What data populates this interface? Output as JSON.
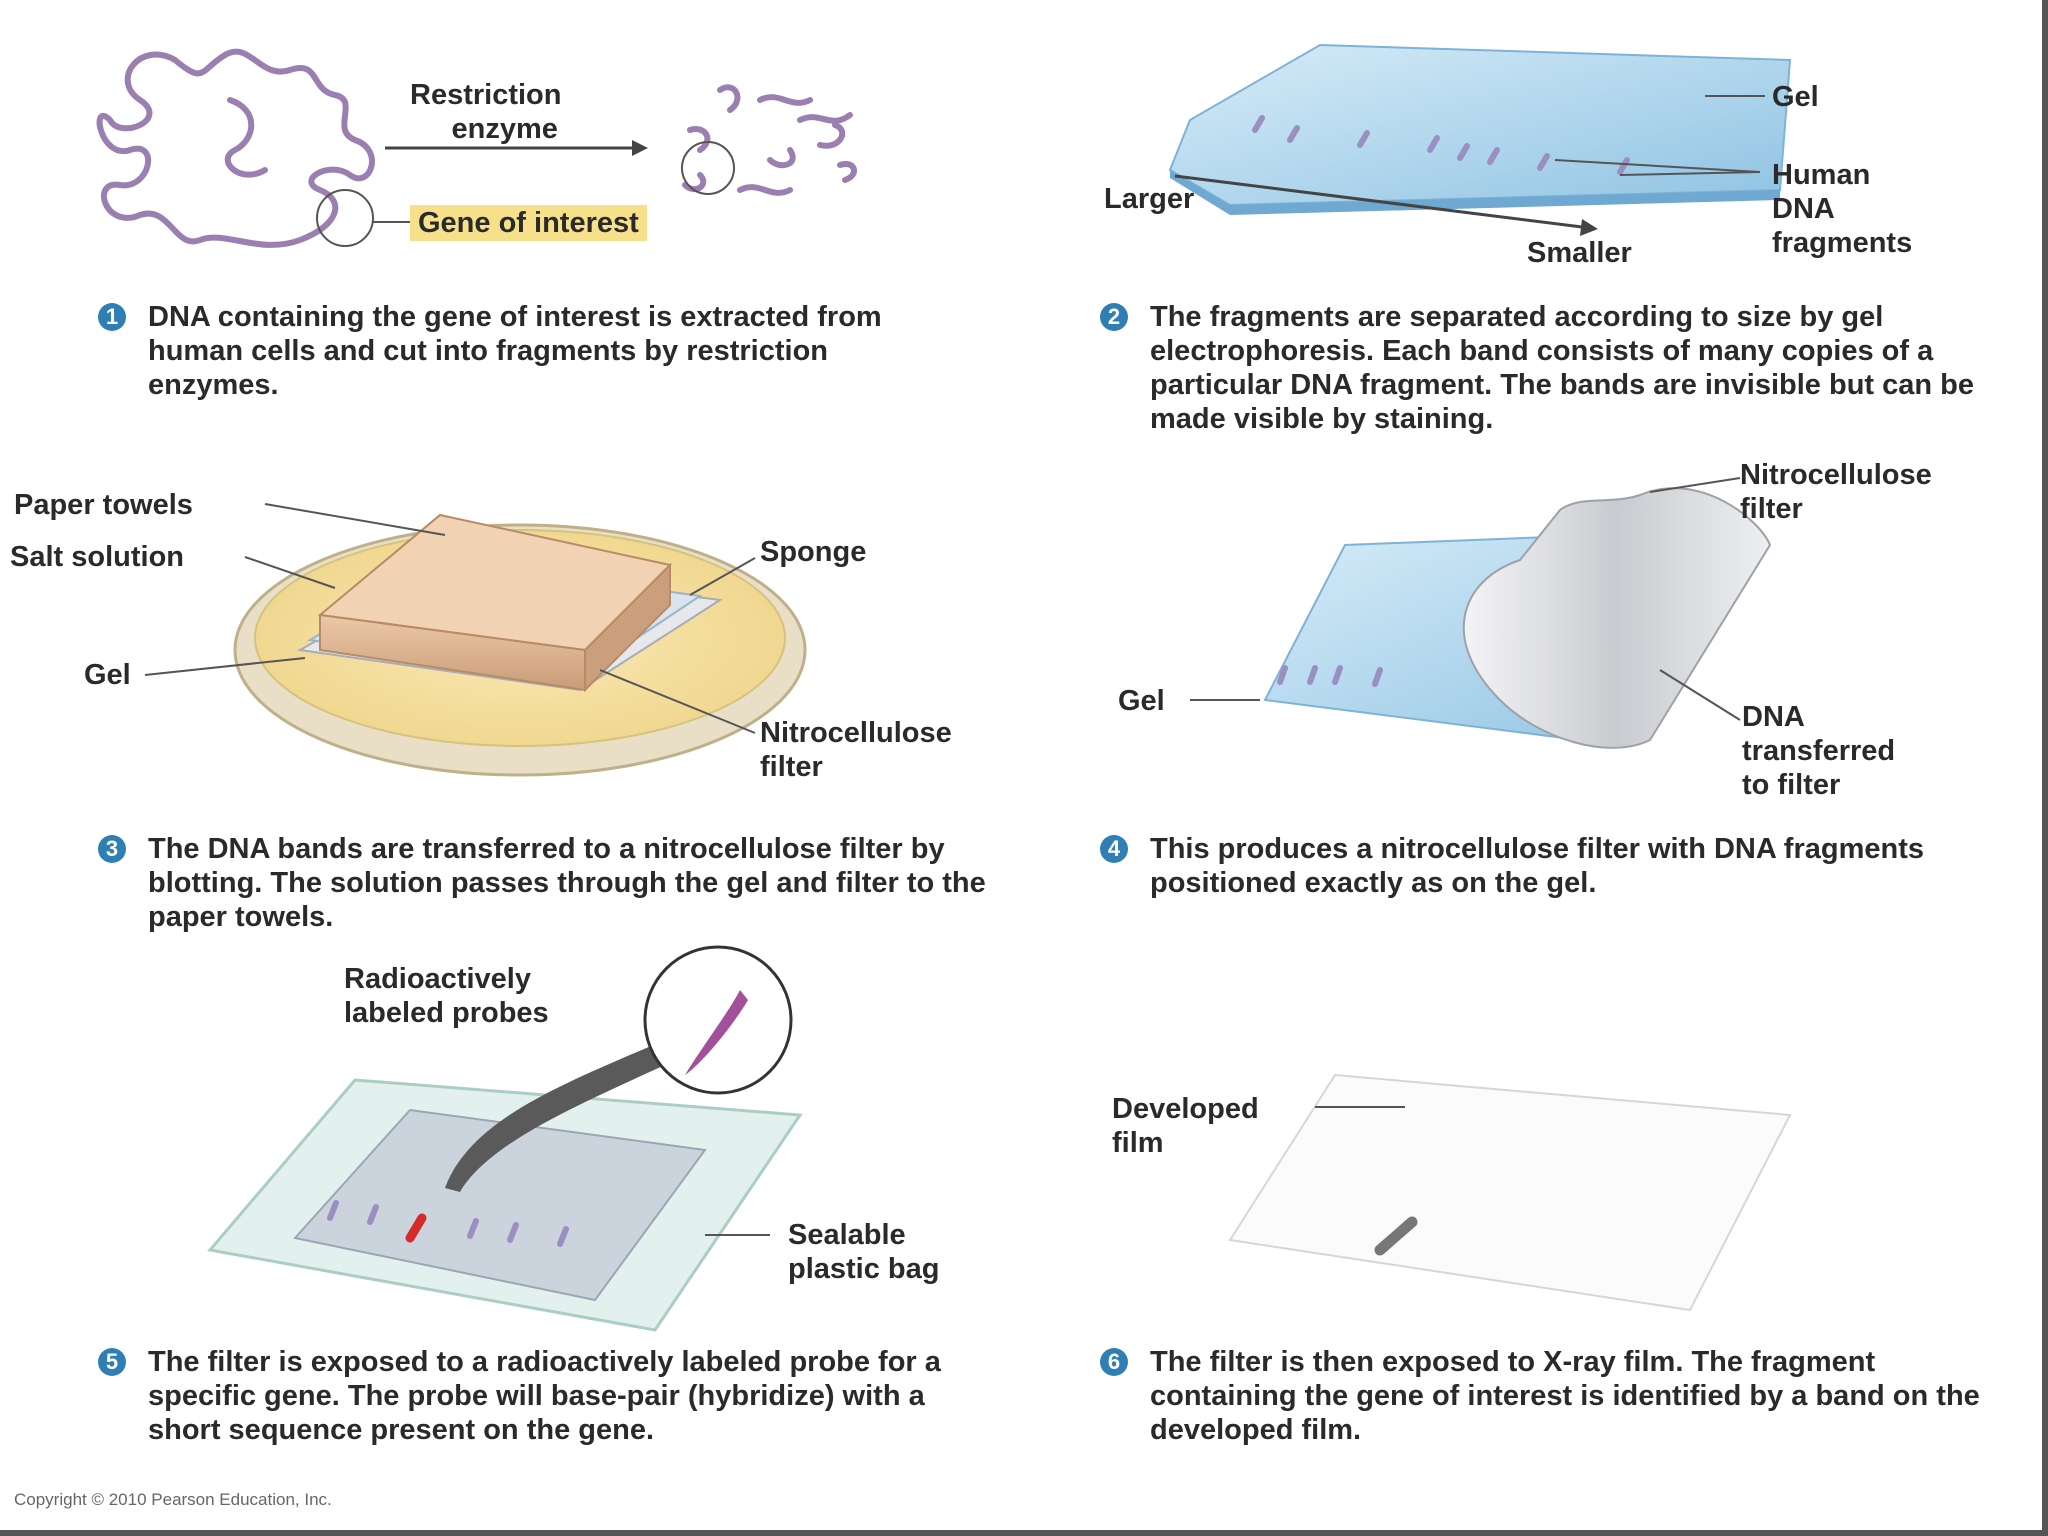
{
  "steps": [
    {
      "num": "1",
      "caption": "DNA containing the gene of interest is extracted from human cells and cut into fragments by restriction enzymes."
    },
    {
      "num": "2",
      "caption": "The fragments are separated according to size by gel electrophoresis. Each band consists of many copies of a particular DNA fragment. The bands are invisible but can be made visible by staining."
    },
    {
      "num": "3",
      "caption": "The DNA bands are transferred to a nitrocellulose filter by blotting. The solution passes through the gel and filter to the paper towels."
    },
    {
      "num": "4",
      "caption": "This produces a nitrocellulose filter with DNA fragments positioned exactly as on the gel."
    },
    {
      "num": "5",
      "caption": "The filter is exposed to a radioactively labeled probe for a specific gene. The probe will base-pair (hybridize) with a short sequence present on the gene."
    },
    {
      "num": "6",
      "caption": "The filter is then exposed to X-ray film. The fragment containing the gene of interest is identified by a band on the developed film."
    }
  ],
  "labels": {
    "restriction_enzyme": [
      "Restriction",
      "enzyme"
    ],
    "gene_of_interest": "Gene of interest",
    "gel": "Gel",
    "human_dna_fragments": [
      "Human",
      "DNA",
      "fragments"
    ],
    "larger": "Larger",
    "smaller": "Smaller",
    "paper_towels": "Paper towels",
    "salt_solution": "Salt solution",
    "sponge": "Sponge",
    "nitrocellulose_filter": [
      "Nitrocellulose",
      "filter"
    ],
    "dna_transferred": [
      "DNA",
      "transferred",
      "to filter"
    ],
    "radioactive_probes": [
      "Radioactively",
      "labeled probes"
    ],
    "sealable_bag": [
      "Sealable",
      "plastic bag"
    ],
    "developed_film": [
      "Developed",
      "film"
    ]
  },
  "copyright": "Copyright © 2010 Pearson Education, Inc.",
  "colors": {
    "step_badge": "#2f7fb5",
    "highlight": "#f7e08a",
    "gel": "#9fcbe6",
    "dna": "#9a7fb0",
    "probe_band": "#d42a2a"
  }
}
